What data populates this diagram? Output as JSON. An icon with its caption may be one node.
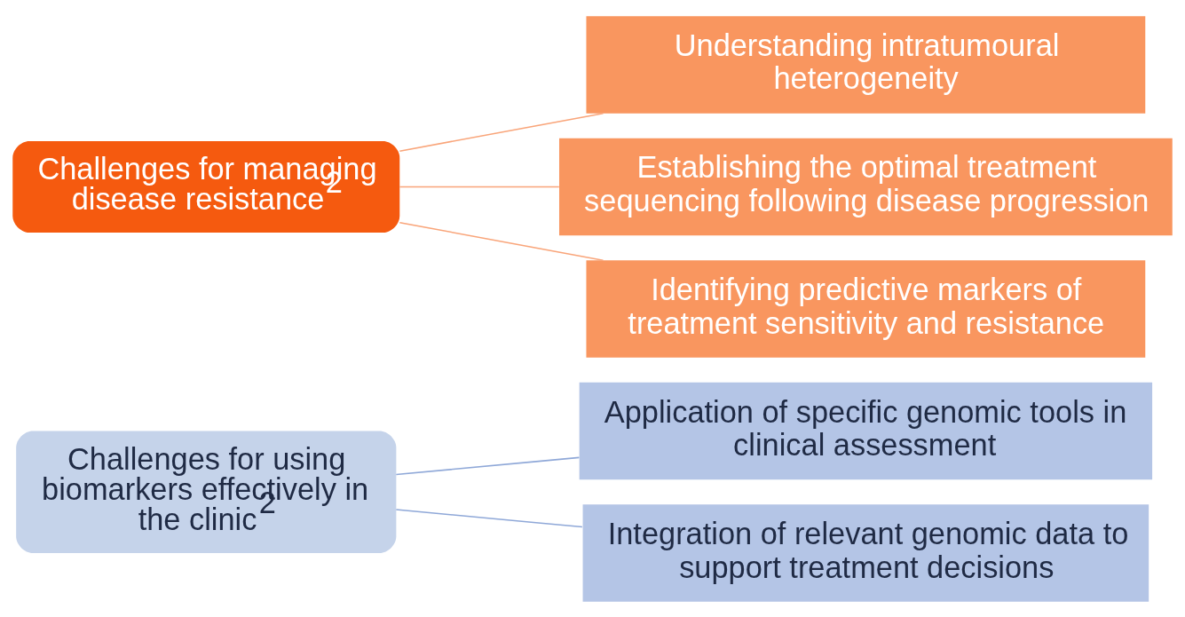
{
  "diagram": {
    "nodes": [
      {
        "text": [
          "Challenges for managing disease resistance$^{2}$"
        ]
      },
      {
        "text": [
          "Understanding intratumoural heterogeneity"
        ]
      },
      {
        "text": [
          "Establishing the optimal treatment sequencing following disease progression"
        ]
      },
      {
        "text": [
          "Identifying predictive markers of treatment sensitivity and resistance"
        ]
      },
      {
        "text": [
          "Challenges for using biomarkers effectively in the clinic$^{2}$"
        ]
      },
      {
        "text": [
          "Application of specific genomic tools in clinical assessment"
        ]
      },
      {
        "text": [
          "Integration of relevant genomic data to support treatment decisions"
        ]
      }
    ],
    "edges": [
      {
        "from": 0,
        "to": 1,
        "arrow": "none",
        "color": "#f9a57a"
      },
      {
        "from": 0,
        "to": 2,
        "arrow": "none",
        "color": "#f9a57a"
      },
      {
        "from": 0,
        "to": 3,
        "arrow": "none",
        "color": "#f9a57a"
      },
      {
        "from": 4,
        "to": 5,
        "arrow": "none",
        "color": "#8fa8d8"
      },
      {
        "from": 4,
        "to": 6,
        "arrow": "none",
        "color": "#8fa8d8"
      }
    ]
  }
}
